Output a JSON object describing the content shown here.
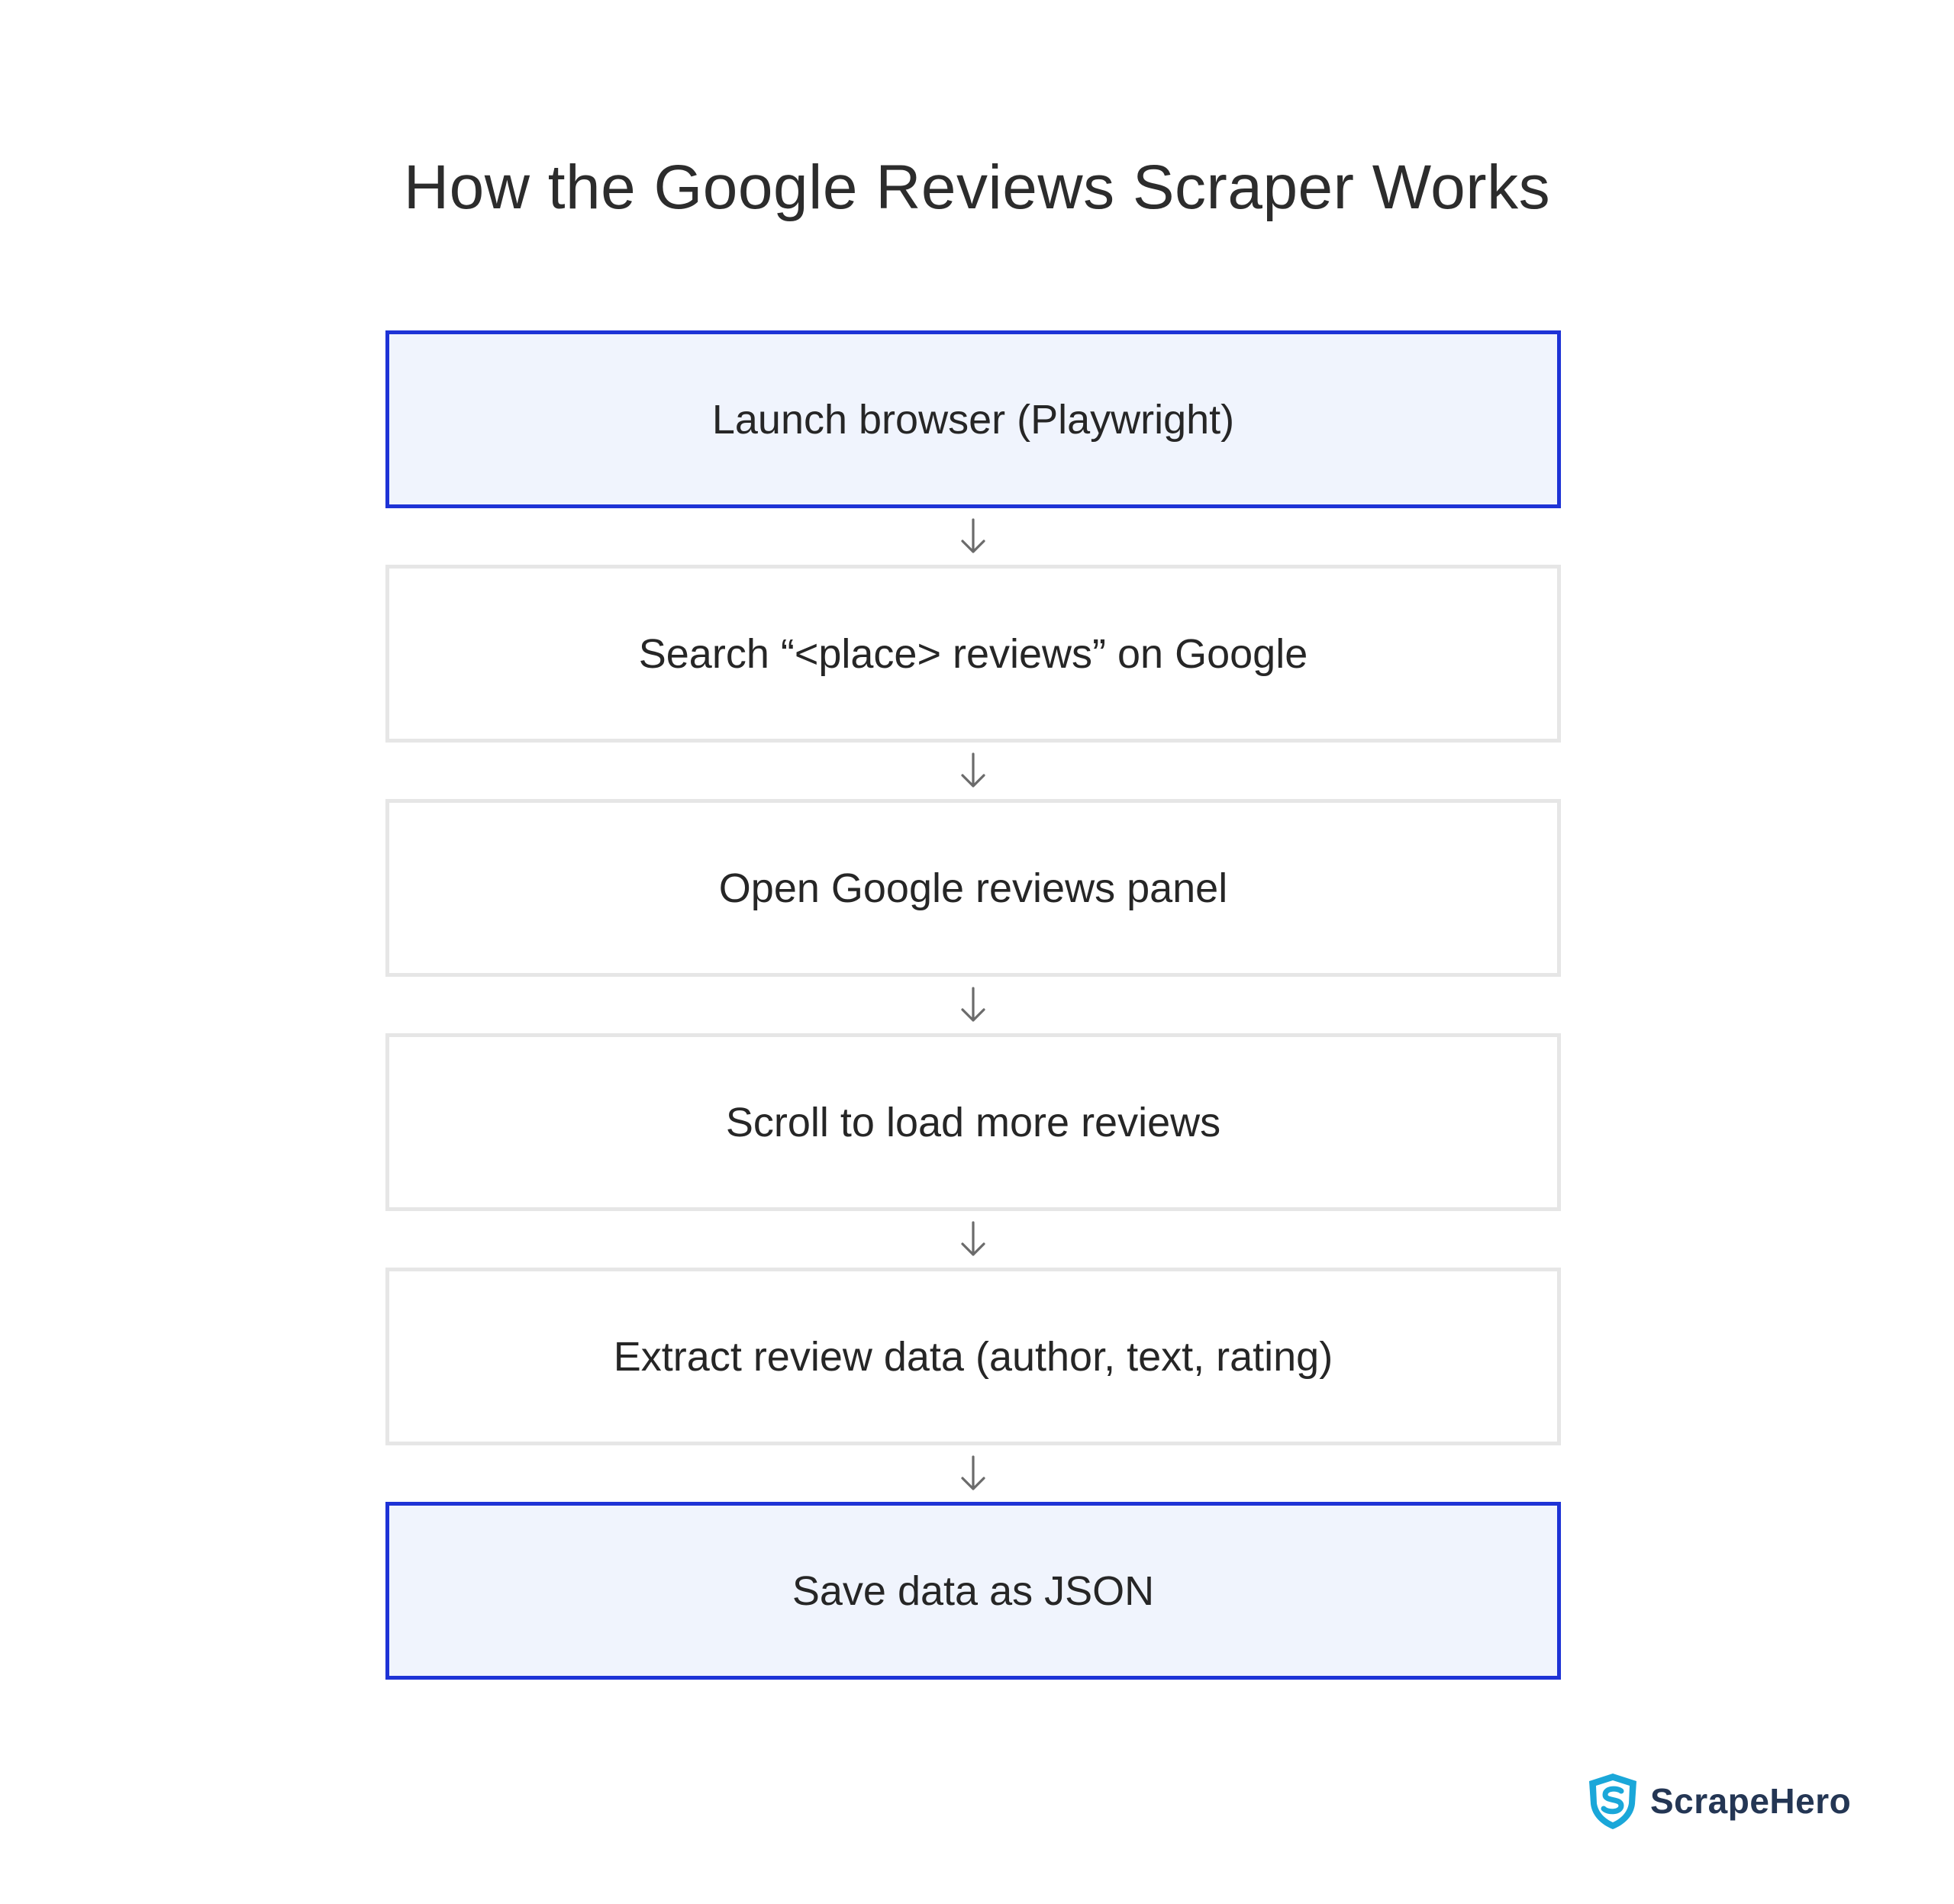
{
  "title": "How the Google Reviews Scraper Works",
  "steps": [
    {
      "label": "Launch browser (Playwright)",
      "highlighted": true
    },
    {
      "label": "Search “<place> reviews” on Google",
      "highlighted": false
    },
    {
      "label": "Open Google reviews panel",
      "highlighted": false
    },
    {
      "label": "Scroll to load more reviews",
      "highlighted": false
    },
    {
      "label": "Extract review data (author, text, rating)",
      "highlighted": false
    },
    {
      "label": "Save data as JSON",
      "highlighted": true
    }
  ],
  "connector_icon": "arrow-down-icon",
  "colors": {
    "highlight_border": "#1e33d6",
    "highlight_fill": "#f0f4fd",
    "default_border": "#e6e6e6",
    "arrow": "#6b6b6b",
    "brand_shield": "#1aa7d9",
    "brand_text": "#243654"
  },
  "brand": {
    "name": "ScrapeHero",
    "icon": "shield-s-logo-icon"
  }
}
